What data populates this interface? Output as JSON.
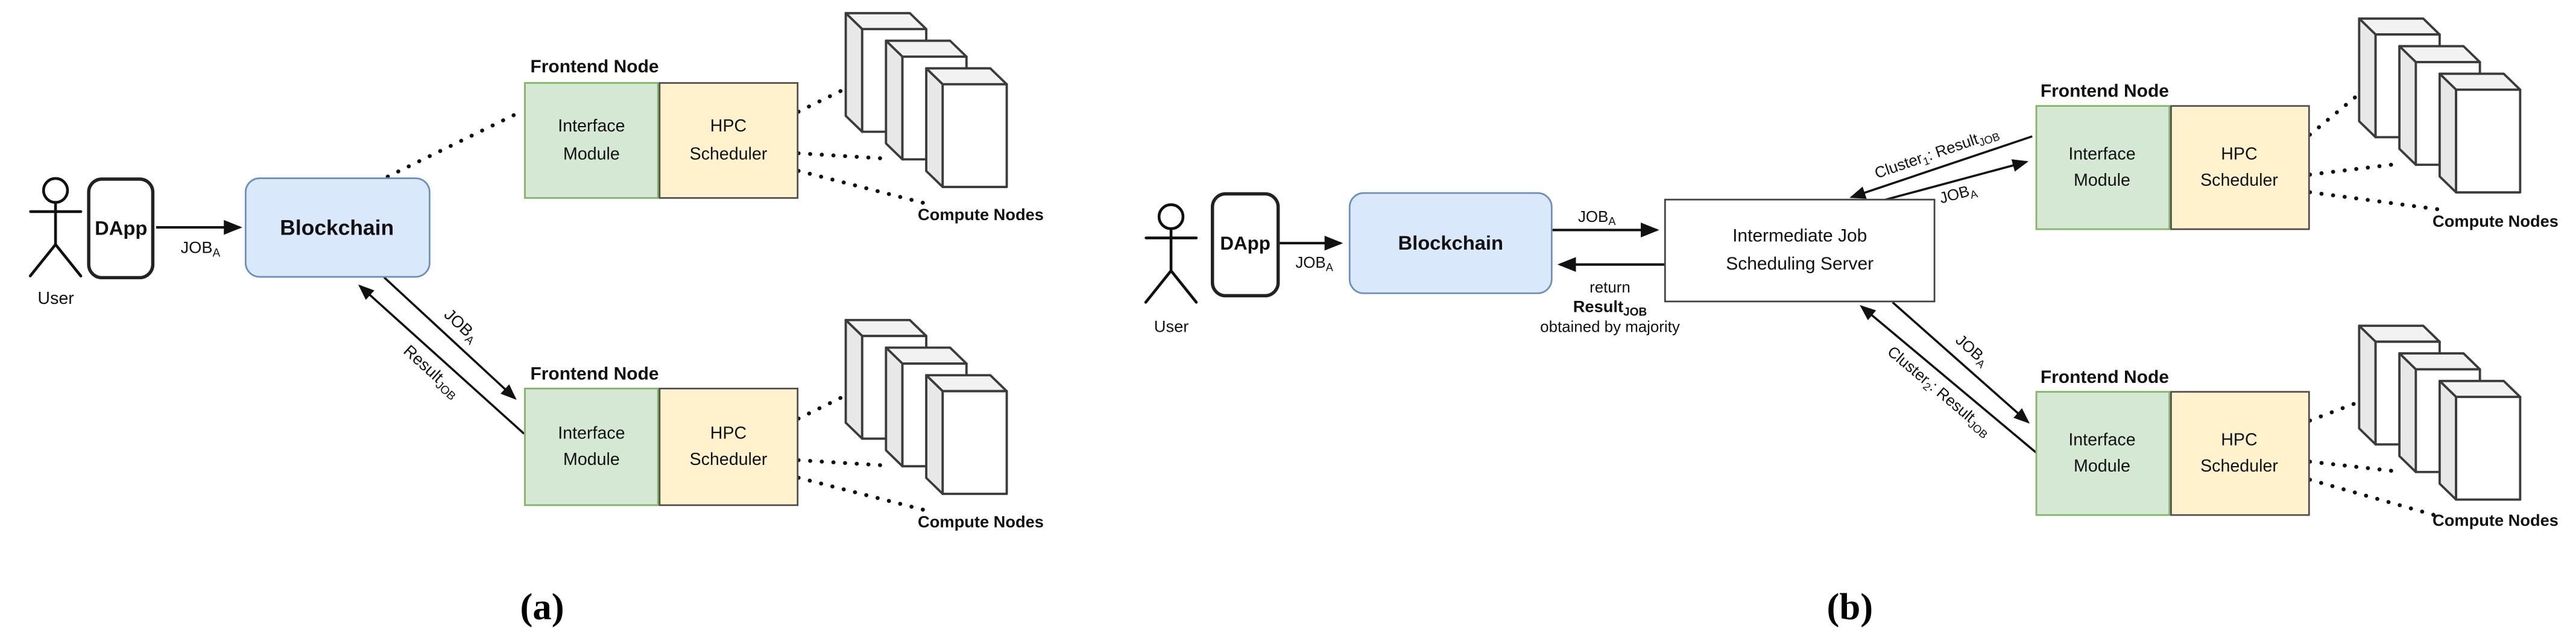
{
  "colors": {
    "blockchain_fill": "#dae8fc",
    "blockchain_border": "#6c8ebf",
    "interface_fill": "#d5e8d4",
    "interface_border": "#82b366",
    "scheduler_fill": "#fff2cc",
    "scheduler_border": "#4d4d4d",
    "line": "#111111",
    "cuboid_top": "#f2f2f2",
    "cuboid_side": "#e8e8e8"
  },
  "shared": {
    "user_label": "User",
    "dapp_label": "DApp",
    "blockchain_label": "Blockchain",
    "frontend_title": "Frontend Node",
    "interface_module_label": "Interface Module",
    "hpc_scheduler_label": "HPC Scheduler",
    "compute_nodes_label": "Compute Nodes",
    "job": {
      "base": "JOB",
      "sub": "A"
    },
    "result": {
      "base": "Result",
      "sub": "JOB"
    }
  },
  "diagram_a": {
    "caption": "(a)"
  },
  "diagram_b": {
    "caption": "(b)",
    "server_label": "Intermediate Job Scheduling Server",
    "return_note": {
      "line1": "return",
      "line3": "obtained by majority"
    },
    "cluster1": {
      "base": "Cluster",
      "sub": "1",
      "sep": ": "
    },
    "cluster2": {
      "base": "Cluster",
      "sub": "2",
      "sep": ": "
    }
  }
}
